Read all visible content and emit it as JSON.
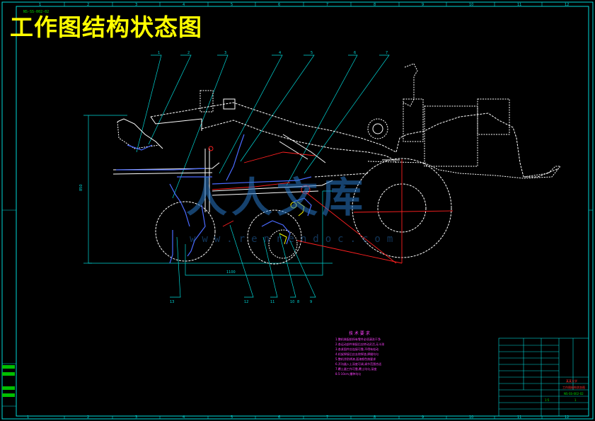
{
  "title": "工作图结构状态图",
  "sheet_code": "NS-SS-002-02",
  "border": {
    "top_zones": [
      "1",
      "2",
      "3",
      "4",
      "5",
      "6",
      "7",
      "8",
      "9",
      "10",
      "11",
      "12"
    ],
    "bottom_zones": [
      "1",
      "2",
      "3",
      "4",
      "5",
      "6",
      "7",
      "8",
      "9",
      "10",
      "11",
      "12"
    ]
  },
  "callouts": {
    "top": [
      "1",
      "2",
      "3",
      "4",
      "5",
      "6",
      "7"
    ],
    "bottom": [
      "13",
      "12",
      "11",
      "10",
      "9",
      "8"
    ]
  },
  "dimensions": {
    "height": "850",
    "length": "1100"
  },
  "watermark": {
    "text": "人人文库",
    "url": "www.renrendoc.com"
  },
  "tech_requirements": {
    "title": "技 术 要 求",
    "items": [
      "1.整机装配前所有零件必须清洗干净",
      "2.各运动部件装配后应转动灵活,无卡滞",
      "3.各紧固件应连接可靠,不得有松动",
      "4.机架焊接后应去除焊渣,焊缝均匀",
      "5.整机涂防锈漆,面漆颜色按要求",
      "6.开沟器入土深度可调,调节范围合适",
      "7.覆土器工作可靠,覆土均匀,深度",
      "8.5-10cm,播种均匀"
    ]
  },
  "title_block": {
    "school": "某某大学",
    "drawing_name": "工作图结构状态图",
    "drawing_no": "NS-SS-002-02",
    "scale": "1:5",
    "sheet": "1"
  },
  "colors": {
    "frame": "#00ffff",
    "title": "#ffff00",
    "outline": "#ffffff",
    "implement": "#4060ff",
    "highlight": "#ff2020",
    "notes": "#ff40ff"
  }
}
